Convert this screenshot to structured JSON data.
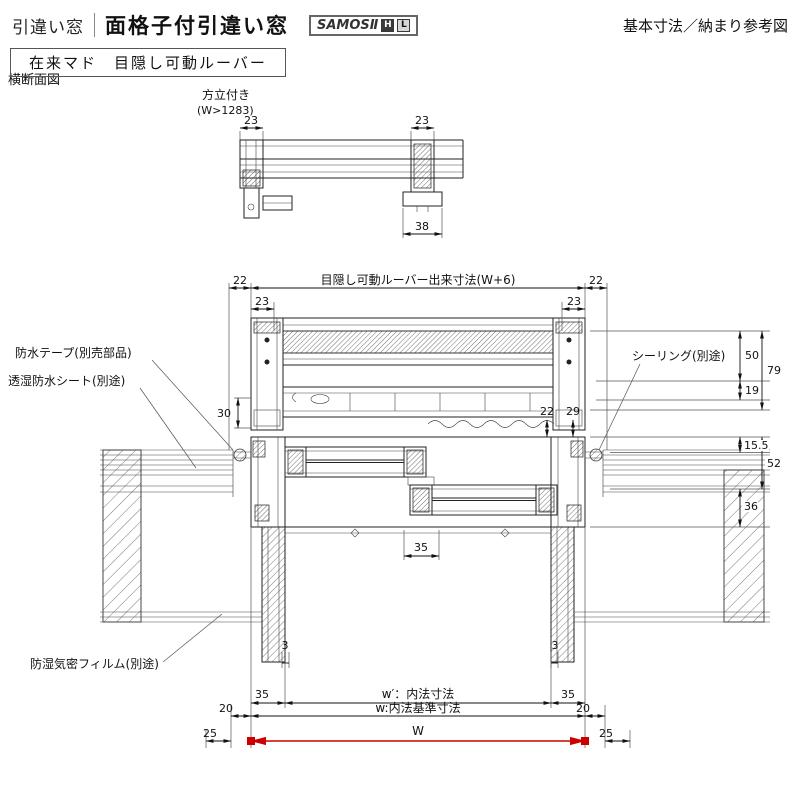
{
  "accent_red": "#cc0000",
  "header": {
    "category": "引違い窓",
    "title": "面格子付引違い窓",
    "brand": "SAMOSⅡ",
    "brand_h": "H",
    "brand_l": "L",
    "right_note": "基本寸法／納まり参考図",
    "spec_box": "在来マド　目隠し可動ルーバー",
    "section_label": "横断面図"
  },
  "detail": {
    "title": "方立付き",
    "subtitle": "(W>1283)",
    "dim_23_left": "23",
    "dim_23_right": "23",
    "dim_38": "38"
  },
  "main": {
    "top_dim_label": "目隠し可動ルーバー出来寸法(W+6)",
    "dim_22_left": "22",
    "dim_22_right": "22",
    "dim_23_left": "23",
    "dim_23_right": "23",
    "label_tape": "防水テープ(別売部品)",
    "label_sheet": "透湿防水シート(別途)",
    "label_film": "防湿気密フィルム(別途)",
    "label_seal": "シーリング(別途)",
    "dim_30": "30",
    "dim_22_mid": "22",
    "dim_29": "29",
    "dim_50": "50",
    "dim_79": "79",
    "dim_19": "19",
    "dim_15_5": "15.5",
    "dim_52": "52",
    "dim_36": "36",
    "dim_35_mid": "35",
    "dim_3_left": "3",
    "dim_3_right": "3",
    "dim_35_left": "35",
    "dim_35_right": "35",
    "dim_20_left": "20",
    "dim_20_right": "20",
    "dim_25_left": "25",
    "dim_25_right": "25",
    "dim_w_inner": "w′：内法寸法",
    "dim_w_base": "w:内法基準寸法",
    "dim_W": "W"
  }
}
